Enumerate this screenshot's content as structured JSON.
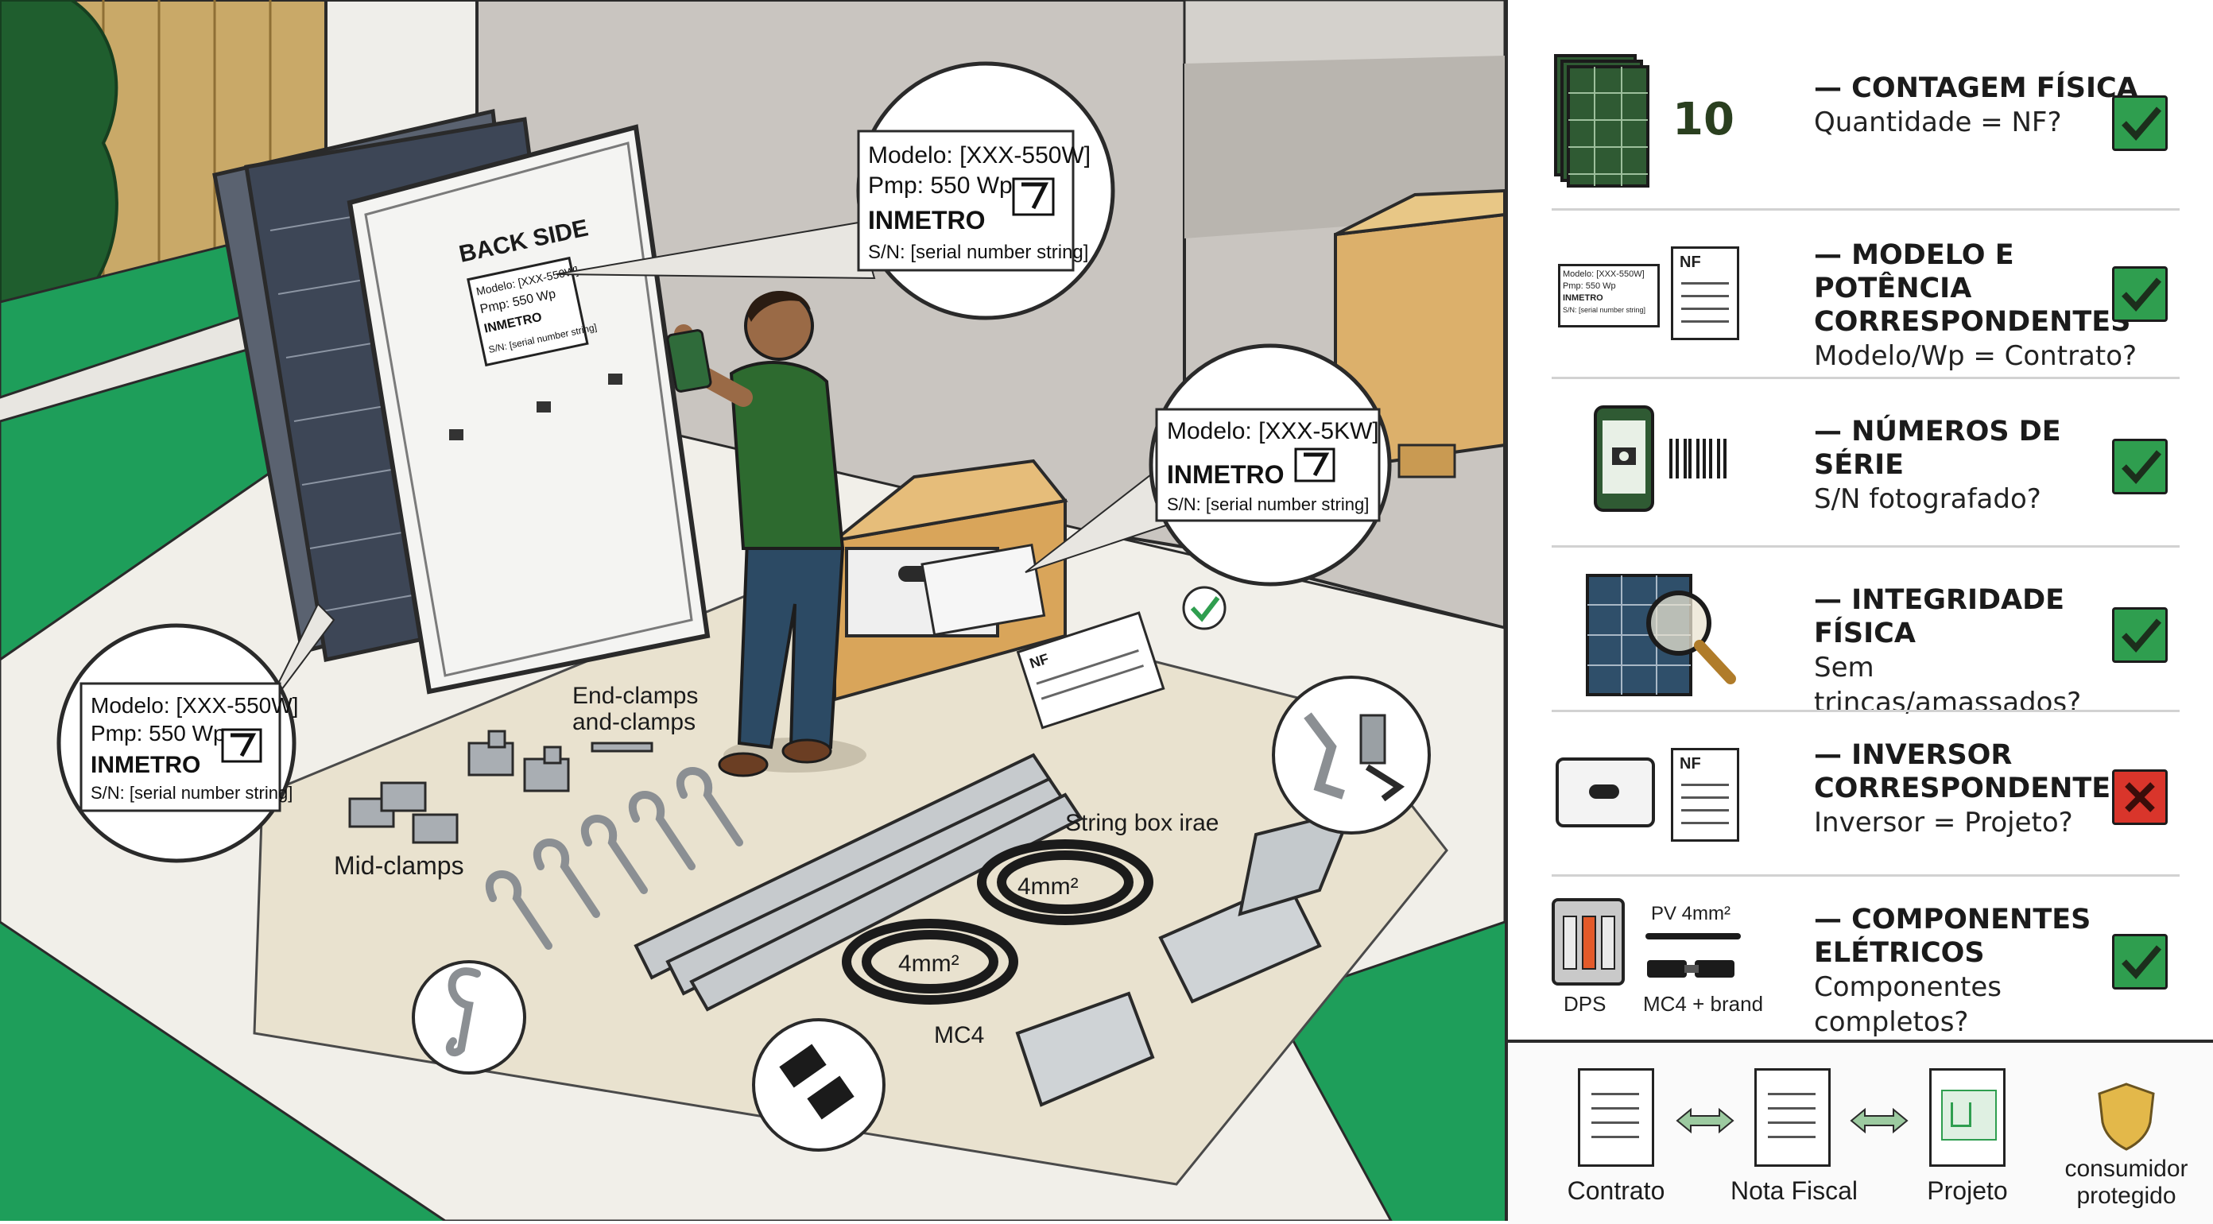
{
  "scene": {
    "back_side_label": "BACK SIDE",
    "panel_label": {
      "model": "Modelo: [XXX-550W]",
      "pmp": "Pmp: 550 Wp",
      "brand": "INMETRO",
      "serial": "S/N: [serial number string]"
    },
    "callout_panel_top": {
      "model": "Modelo: [XXX-550W]",
      "pmp": "Pmp: 550 Wp",
      "brand": "INMETRO",
      "serial": "S/N: [serial number string]"
    },
    "callout_panel_left": {
      "model": "Modelo: [XXX-550W]",
      "pmp": "Pmp: 550 Wp",
      "brand": "INMETRO",
      "serial": "S/N: [serial number string]"
    },
    "callout_inverter": {
      "model": "Modelo: [XXX-5KW]",
      "brand": "INMETRO",
      "serial": "S/N: [serial number string]"
    },
    "nf_doc_label": "NF",
    "end_clamps_label": "End-clamps",
    "end_clamps_label2": "and-clamps",
    "mid_clamps_label": "Mid-clamps",
    "string_box_label": "String box irae",
    "cable_label_1": "4mm²",
    "cable_label_2": "4mm²",
    "mc4_label": "MC4"
  },
  "checklist": [
    {
      "icon": "solar-panels-stack-icon",
      "count": "10",
      "title": "— CONTAGEM FÍSICA",
      "question": "Quantidade = NF?",
      "status": "ok"
    },
    {
      "icon": "label-and-invoice-icon",
      "title": "— MODELO E POTÊNCIA CORRESPONDENTES",
      "question": "Modelo/Wp = Contrato?",
      "status": "ok",
      "mini_label": {
        "model": "Modelo: [XXX-550W]",
        "pmp": "Pmp: 550 Wp",
        "brand": "INMETRO",
        "serial": "S/N: [serial number string]"
      },
      "doc_label": "NF"
    },
    {
      "icon": "phone-camera-barcode-icon",
      "title": "— NÚMEROS DE SÉRIE",
      "question": "S/N fotografado?",
      "status": "ok"
    },
    {
      "icon": "panel-magnifier-icon",
      "title": "— INTEGRIDADE FÍSICA",
      "question": "Sem trincas/amassados?",
      "status": "ok"
    },
    {
      "icon": "inverter-invoice-icon",
      "title": "— INVERSOR CORRESPONDENTE",
      "question": "Inversor = Projeto?",
      "status": "fail",
      "doc_label": "NF"
    },
    {
      "icon": "electrical-components-icon",
      "title": "— COMPONENTES ELÉTRICOS",
      "question": "Componentes completos?",
      "status": "ok",
      "sub_labels": {
        "dps": "DPS",
        "cable": "PV 4mm²",
        "mc4": "MC4 + brand"
      }
    }
  ],
  "bottom": {
    "docs": [
      "Contrato",
      "Nota Fiscal",
      "Projeto"
    ],
    "shield_label": "consumidor protegido"
  },
  "colors": {
    "ok": "#2f9e4f",
    "fail": "#d9352b",
    "grass": "#1e9e5a",
    "floor": "#e9e4d6"
  }
}
